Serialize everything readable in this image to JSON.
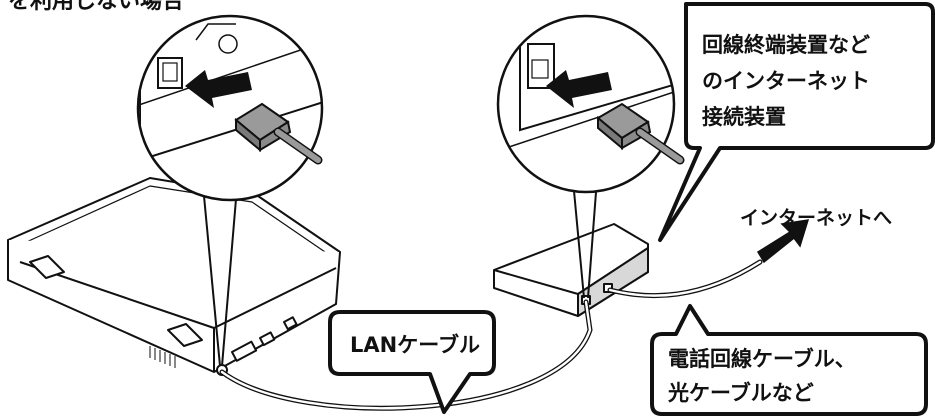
{
  "header": {
    "partial_text": "を利用しない場合"
  },
  "callouts": {
    "device": {
      "lines": [
        "回線終端装置など",
        "のインターネット",
        "接続装置"
      ]
    },
    "lan": {
      "label": "LANケーブル"
    },
    "phone": {
      "lines": [
        "電話回線ケーブル、",
        "光ケーブルなど"
      ]
    }
  },
  "labels": {
    "internet": "インターネットへ"
  },
  "colors": {
    "line": "#111111",
    "device_face": "#ffffff",
    "device_shade": "#d8d8d8",
    "plug": "#9a9a9a"
  }
}
